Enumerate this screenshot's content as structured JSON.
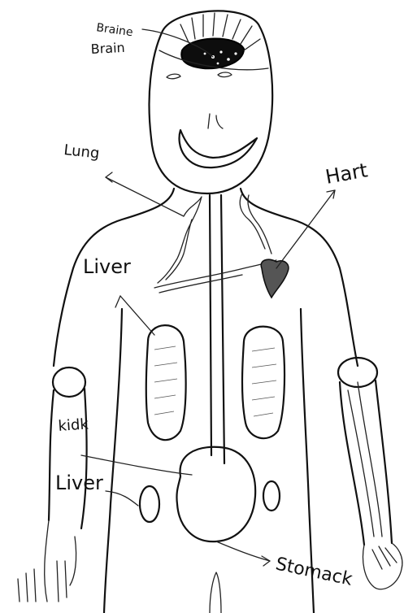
{
  "labels": {
    "brain_top": "Braine",
    "brain": "Brain",
    "lung": "Lung",
    "heart": "Hart",
    "liver_left": "Liver",
    "kidney_partial": "kidk",
    "liver_lower": "Liver",
    "stomach": "Stomack"
  }
}
